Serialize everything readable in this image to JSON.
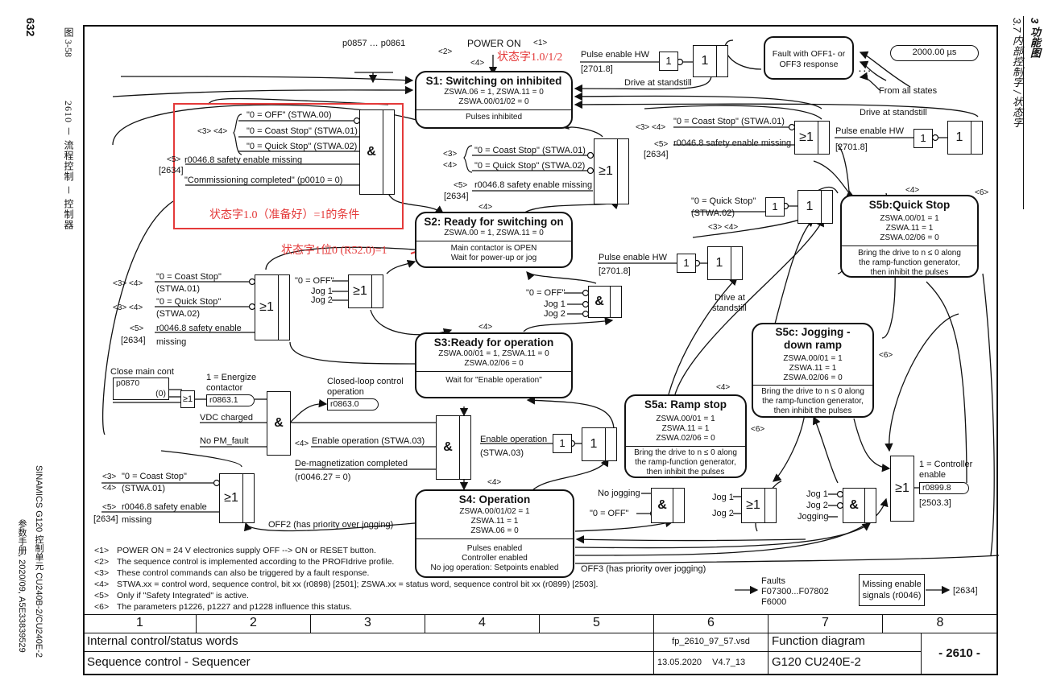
{
  "page": {
    "page_number": "632",
    "figure_caption": "图 3-58",
    "figure_title": "2610 － 流程控制 － 控制器",
    "chapter": "3 功能图",
    "section": "3.7 内部控制字 / 状态字",
    "manual_line1": "SINAMICS G120 控制单元 CU240B-2/CU240E-2",
    "manual_line2": "参数手册, 2020/09, A5E33839529"
  },
  "header": {
    "cycle_time": "2000.00 µs",
    "power_on": "POWER ON",
    "power_on_note": "<1>",
    "note2": "<2>",
    "note4_top": "<4>",
    "params_range": "p0857 … p0861"
  },
  "states": {
    "s1": {
      "title": "S1: Switching on inhibited",
      "conds": [
        "ZSWA.06 = 1, ZSWA.11 = 0",
        "ZSWA.00/01/02 = 0"
      ],
      "desc": [
        "Pulses inhibited"
      ]
    },
    "s2": {
      "title": "S2: Ready for switching on",
      "conds": [
        "ZSWA.00 = 1, ZSWA.11 = 0"
      ],
      "desc": [
        "Main contactor is OPEN",
        "Wait for power-up or jog"
      ]
    },
    "s3": {
      "title": "S3:Ready for operation",
      "conds": [
        "ZSWA.00/01 = 1, ZSWA.11 = 0",
        "ZSWA.02/06 = 0"
      ],
      "desc": [
        "Wait for \"Enable operation\""
      ]
    },
    "s4": {
      "title": "S4: Operation",
      "conds": [
        "ZSWA.00/01/02 = 1",
        "ZSWA.11 = 1",
        "ZSWA.06 = 0"
      ],
      "desc": [
        "Pulses enabled",
        "Controller enabled",
        "No jog operation: Setpoints enabled"
      ]
    },
    "s5a": {
      "title": "S5a: Ramp stop",
      "conds": [
        "ZSWA.00/01 = 1",
        "ZSWA.11 = 1",
        "ZSWA.02/06 = 0"
      ],
      "desc": [
        "Bring the drive to n ≤ 0 along",
        "the ramp-function generator,",
        "then inhibit the pulses"
      ]
    },
    "s5b": {
      "title": "S5b:Quick Stop",
      "conds": [
        "ZSWA.00/01 = 1",
        "ZSWA.11 = 1",
        "ZSWA.02/06 = 0"
      ],
      "desc": [
        "Bring the drive to n ≤ 0 along",
        "the ramp-function generator,",
        "then inhibit the pulses"
      ]
    },
    "s5c": {
      "title1": "S5c: Jogging -",
      "title2": "down ramp",
      "conds": [
        "ZSWA.00/01 = 1",
        "ZSWA.11 = 1",
        "ZSWA.02/06 = 0"
      ],
      "desc": [
        "Bring the drive to n ≤ 0 along",
        "the ramp-function generator,",
        "then inhibit the pulses"
      ]
    },
    "fault": {
      "lines": [
        "Fault with OFF1- or",
        "OFF3 response"
      ]
    }
  },
  "labels": {
    "pulse_enable_hw": "Pulse enable HW",
    "ref_2701": "[2701.8]",
    "drive_at_standstill": "Drive at standstill",
    "drive_at": "Drive at",
    "standstill": "standstill",
    "from_all_states": "From all states",
    "dots": ". . .",
    "off_stwa00": "\"0 = OFF\" (STWA.00)",
    "coast_stwa01": "\"0 = Coast Stop\" (STWA.01)",
    "quick_stwa02": "\"0 = Quick Stop\" (STWA.02)",
    "coast_stop": "\"0 = Coast Stop\"",
    "quick_stop": "\"0 = Quick Stop\"",
    "stwa01": "(STWA.01)",
    "stwa02": "(STWA.02)",
    "safety_missing": "r0046.8 safety enable missing",
    "safety_enable": "r0046.8 safety enable",
    "missing": "missing",
    "ref_2634": "[2634]",
    "commissioning": "\"Commissioning completed\" (p0010 = 0)",
    "n34": "<3> <4>",
    "n3": "<3>",
    "n4": "<4>",
    "n5": "<5>",
    "n6": "<6>",
    "off": "\"0 = OFF\"",
    "jog1": "Jog 1",
    "jog2": "Jog 2",
    "jogging": "Jogging",
    "no_jogging": "No jogging",
    "close_main_cont": "Close main cont",
    "p0870": "p0870",
    "p0870_val": "(0)",
    "energize1": "1 = Energize",
    "energize2": "contactor",
    "r0863_1": "r0863.1",
    "closed_loop1": "Closed-loop control",
    "closed_loop2": "operation",
    "r0863_0": "r0863.0",
    "vdc_charged": "VDC charged",
    "no_pm_fault": "No PM_fault",
    "enable_op_stwa03": "Enable operation (STWA.03)",
    "enable_op": "Enable operation",
    "stwa03": "(STWA.03)",
    "demag": "De-magnetization completed",
    "demag_cond": "(r0046.27 = 0)",
    "controller_enable1": "1 = Controller",
    "controller_enable2": "enable",
    "r0899_8": "r0899.8",
    "ref_2503": "[2503.3]",
    "off2": "OFF2 (has priority over jogging)",
    "off3": "OFF3 (has priority over jogging)",
    "faults": "Faults",
    "faults_range": "F07300...F07802",
    "f6000": "F6000",
    "missing_enable1": "Missing enable",
    "missing_enable2": "signals (r0046)",
    "gate_and": "&",
    "gate_or": "≥1",
    "gate_one": "1"
  },
  "annotations": {
    "status_bits_012": "状态字1.0/1/2",
    "ready_condition": "状态字1.0（准备好）=1的条件",
    "r52": "状态字1位0 (R52.0)=1"
  },
  "footnotes": [
    {
      "tag": "<1>",
      "text": "POWER ON = 24 V electronics supply OFF --> ON or RESET button."
    },
    {
      "tag": "<2>",
      "text": "The sequence control is implemented according to the PROFIdrive profile."
    },
    {
      "tag": "<3>",
      "text": "These control commands can also be triggered by a fault response."
    },
    {
      "tag": "<4>",
      "text": "STWA.xx = control word, sequence control, bit xx (r0898) [2501]; ZSWA.xx = status word, sequence control bit xx (r0899) [2503]."
    },
    {
      "tag": "<5>",
      "text": "Only if \"Safety Integrated\" is active."
    },
    {
      "tag": "<6>",
      "text": "The parameters p1226, p1227 and p1228 influence this status."
    }
  ],
  "title_block": {
    "columns": [
      "1",
      "2",
      "3",
      "4",
      "5",
      "6",
      "7",
      "8"
    ],
    "row1_left": "Internal control/status words",
    "row2_left": "Sequence control - Sequencer",
    "file": "fp_2610_97_57.vsd",
    "date": "13.05.2020",
    "version": "V4.7_13",
    "diagram_type": "Function diagram",
    "device": "G120 CU240E-2",
    "diagram_number": "- 2610 -"
  },
  "colors": {
    "annotation_red": "#e43a3a",
    "line": "#111111"
  }
}
